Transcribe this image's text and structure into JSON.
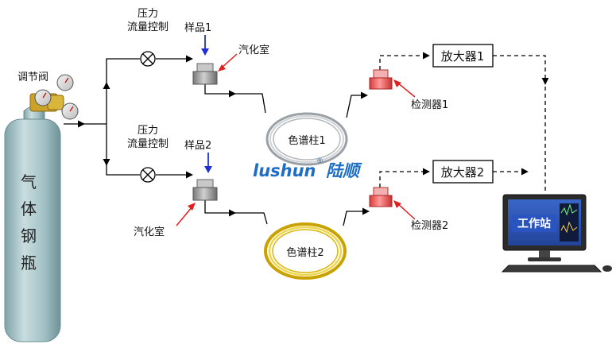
{
  "cylinder": {
    "label_chars": [
      "气",
      "体",
      "钢",
      "瓶"
    ]
  },
  "regulator": {
    "label": "调节阀"
  },
  "flow_control_1": {
    "line1": "压力",
    "line2": "流量控制"
  },
  "flow_control_2": {
    "line1": "压力",
    "line2": "流量控制"
  },
  "sample_1": {
    "label": "样品1"
  },
  "sample_2": {
    "label": "样品2"
  },
  "vaporizer_1": {
    "label": "汽化室"
  },
  "vaporizer_2": {
    "label": "汽化室"
  },
  "column_1": {
    "label": "色谱柱1"
  },
  "column_2": {
    "label": "色谱柱2"
  },
  "detector_1": {
    "label": "检测器1"
  },
  "detector_2": {
    "label": "检测器2"
  },
  "amplifier_1": {
    "label": "放大器1"
  },
  "amplifier_2": {
    "label": "放大器2"
  },
  "workstation": {
    "label": "工作站"
  },
  "watermark": {
    "latin": "lushun",
    "chinese": "陆顺",
    "mark": "®"
  },
  "colors": {
    "cylinder_body": "#a3c2c6",
    "sample_arrow": "#1f2fd6",
    "callout_arrow": "#e01f1f",
    "column_1_coil": "#b8bcc0",
    "column_2_coil": "#d9b400",
    "detector": "#ee5a5a",
    "vaporizer": "#9b9b9b",
    "watermark": "#1e6ec6"
  }
}
